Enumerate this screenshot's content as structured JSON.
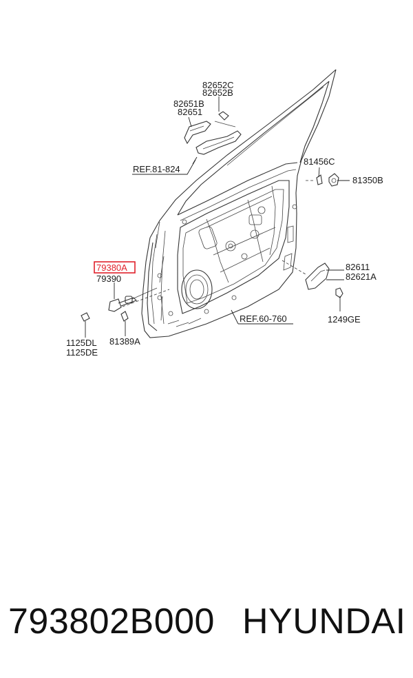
{
  "callouts": {
    "p82652C": "82652C",
    "p82652B": "82652B",
    "p82651B": "82651B",
    "p82651": "82651",
    "ref81824": "REF.81-824",
    "p81456C": "81456C",
    "p81350B": "81350B",
    "p79380A": "79380A",
    "p79390": "79390",
    "p82611": "82611",
    "p82621A": "82621A",
    "p1249GE": "1249GE",
    "ref60760": "REF.60-760",
    "p1125DL": "1125DL",
    "p1125DE": "1125DE",
    "p81389A": "81389A"
  },
  "highlight_color": "#e0202a",
  "footer": {
    "part_number": "793802B000",
    "brand": "HYUNDAI"
  }
}
